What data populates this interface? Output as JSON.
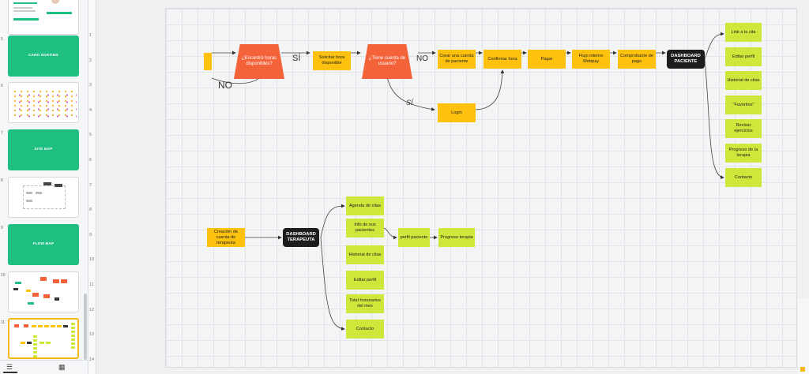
{
  "panel": {
    "slides": [
      {
        "num": "",
        "title": ""
      },
      {
        "num": "5",
        "title": "CARD SORTING"
      },
      {
        "num": "6",
        "title": ""
      },
      {
        "num": "7",
        "title": "SITE MAP"
      },
      {
        "num": "8",
        "title": ""
      },
      {
        "num": "9",
        "title": "FLOW MAP"
      },
      {
        "num": "10",
        "title": ""
      },
      {
        "num": "11",
        "title": ""
      }
    ],
    "list_view_icon": "list-view-icon",
    "grid_view_icon": "grid-view-icon"
  },
  "ruler": {
    "marks": [
      "1",
      "2",
      "3",
      "4",
      "5",
      "6",
      "7",
      "8",
      "9",
      "10",
      "11",
      "12",
      "13",
      "14"
    ]
  },
  "patient_flow": {
    "question_hours": "¿Encontró horas disponibles?",
    "no_label": "NO",
    "si_label": "SÍ",
    "request_hour": "Solicitar hora disponible",
    "question_account": "¿Tiene cuenta de usuario?",
    "no_label_2": "NO",
    "si_label_2": "SÍ",
    "create_account": "Crear una cuenta de paciente",
    "login": "Login",
    "confirm_hour": "Confirmar hora",
    "pay": "Pagar",
    "webpay": "Flujo interno Webpay",
    "receipt": "Comprobante de pago",
    "dashboard": "DASHBOARD PACIENTE",
    "options": [
      "Link a la cita",
      "Editar perfil",
      "Historial de citas",
      "\"Favoritos\"",
      "Revisar ejercicios",
      "Progreso de la terapia",
      "Contacto"
    ]
  },
  "therapist_flow": {
    "create_account": "Creación de cuenta de terapeuta",
    "dashboard": "DASHBOARD TERAPEUTA",
    "options": [
      "Agenda de citas",
      "Info de sus pacientes",
      "Historial de citas",
      "Editar perfil",
      "Total honorarios del mes",
      "Contacto"
    ],
    "patient_profile": "perfil paciente",
    "therapy_progress": "Progreso terapia"
  },
  "colors": {
    "note_yellow": "#fdc10e",
    "note_green": "#cfe63a",
    "decision": "#f4623a",
    "dashboard": "#1d1d1d",
    "slide_green": "#1fbf81"
  }
}
